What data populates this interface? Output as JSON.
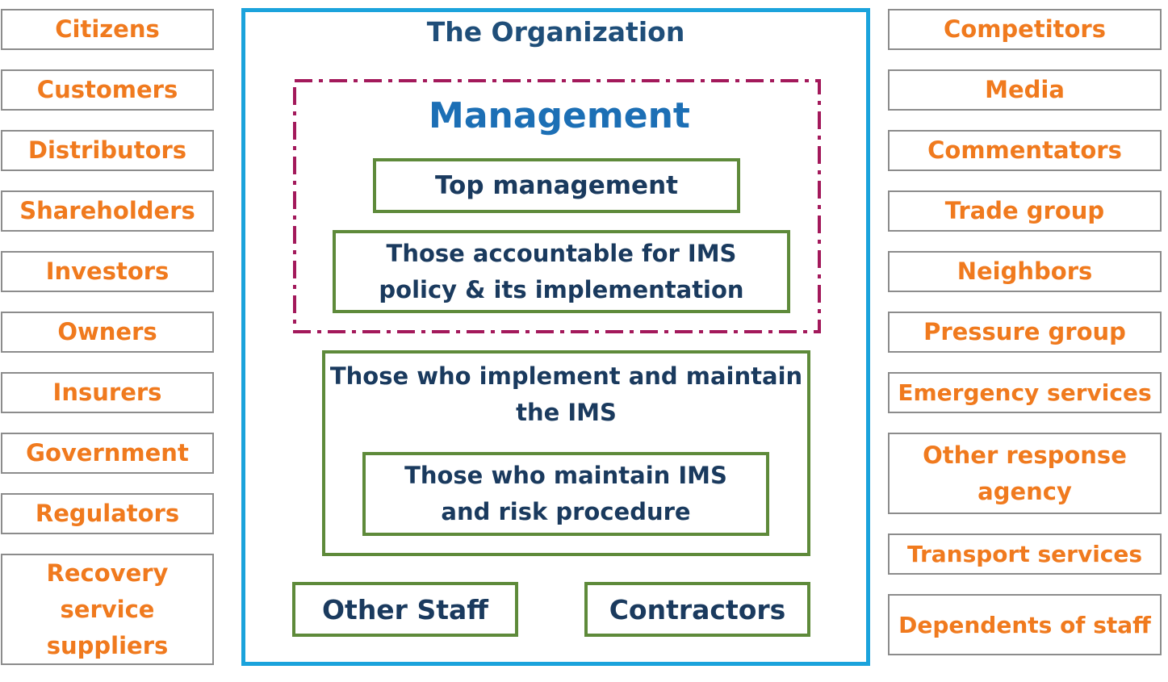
{
  "left_stakeholders": [
    "Citizens",
    "Customers",
    "Distributors",
    "Shareholders",
    "Investors",
    "Owners",
    "Insurers",
    "Government",
    "Regulators",
    "Recovery service suppliers"
  ],
  "right_stakeholders": [
    "Competitors",
    "Media",
    "Commentators",
    "Trade group",
    "Neighbors",
    "Pressure group",
    "Emergency services",
    "Other response agency",
    "Transport services",
    "Dependents of staff"
  ],
  "organization": {
    "title": "The Organization",
    "management": {
      "title": "Management",
      "top_management": "Top management",
      "accountable": "Those accountable for IMS policy & its implementation"
    },
    "implementers": {
      "title": "Those who implement and maintain the IMS",
      "maintainers": "Those who maintain IMS and risk procedure"
    },
    "other_staff": "Other Staff",
    "contractors": "Contractors"
  },
  "colors": {
    "stakeholder_text": "#f07a1e",
    "stakeholder_border": "#8c8c8c",
    "organization_border": "#1ba3dc",
    "management_dash": "#a3195b",
    "inner_border": "#5e8a3a",
    "inner_text": "#1a3a5e",
    "management_title": "#1c6fb5"
  }
}
